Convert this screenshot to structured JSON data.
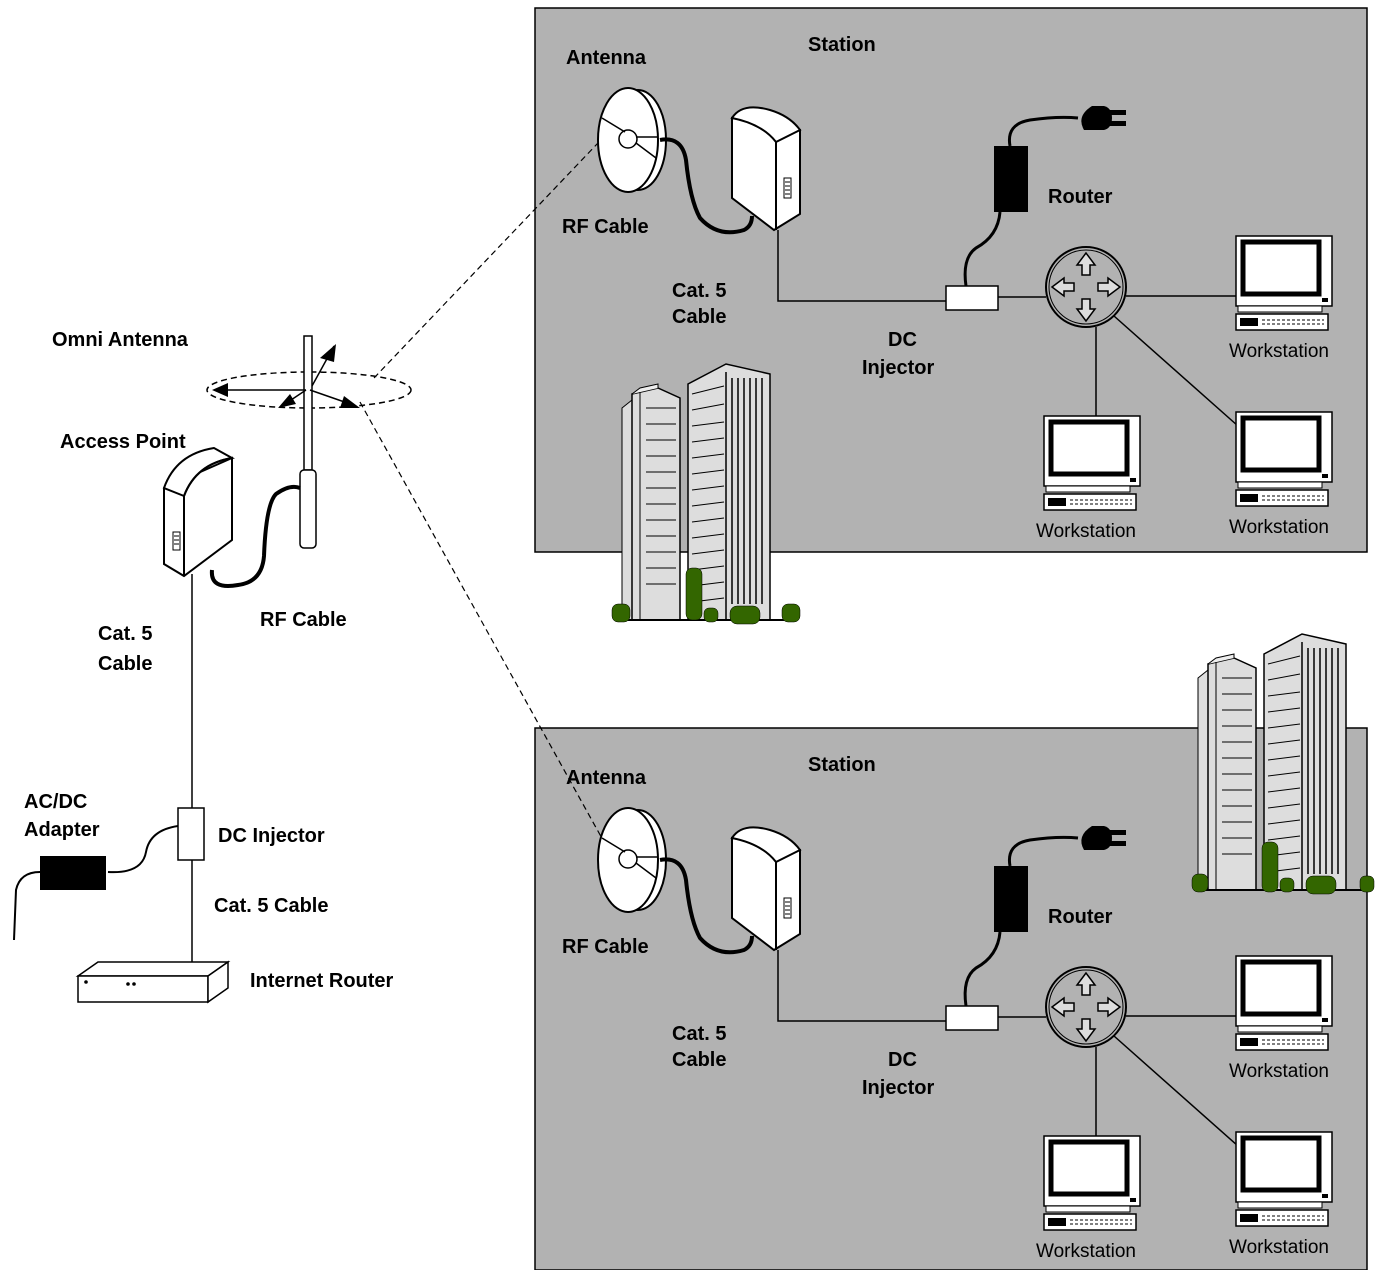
{
  "left": {
    "omni_antenna": "Omni Antenna",
    "access_point": "Access Point",
    "rf_cable": "RF Cable",
    "cat5_line1": "Cat. 5",
    "cat5_line2": "Cable",
    "acdc_line1": "AC/DC",
    "acdc_line2": "Adapter",
    "dc_injector": "DC Injector",
    "cat5_cable": "Cat. 5 Cable",
    "internet_router": "Internet Router"
  },
  "stations": [
    {
      "title": "Station",
      "antenna": "Antenna",
      "rf_cable": "RF Cable",
      "router": "Router",
      "cat5_line1": "Cat. 5",
      "cat5_line2": "Cable",
      "dc_line1": "DC",
      "dc_line2": "Injector",
      "workstations": [
        "Workstation",
        "Workstation",
        "Workstation"
      ]
    },
    {
      "title": "Station",
      "antenna": "Antenna",
      "rf_cable": "RF Cable",
      "router": "Router",
      "cat5_line1": "Cat. 5",
      "cat5_line2": "Cable",
      "dc_line1": "DC",
      "dc_line2": "Injector",
      "workstations": [
        "Workstation",
        "Workstation",
        "Workstation"
      ]
    }
  ],
  "colors": {
    "station_bg": "#b2b2b2",
    "tree_green": "#336600"
  }
}
